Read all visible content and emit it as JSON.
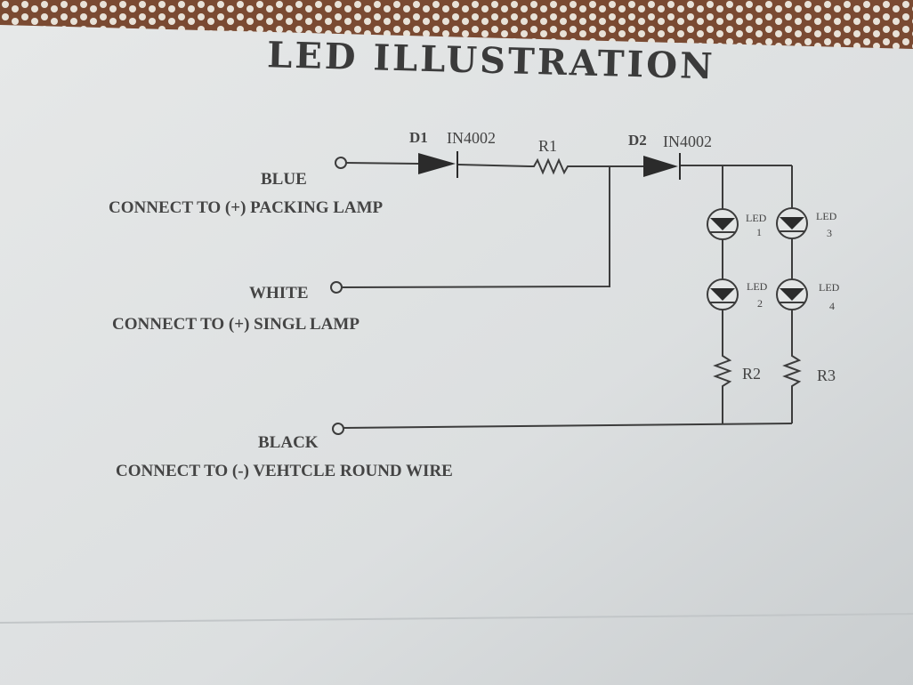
{
  "title": "LED ILLUSTRATION",
  "components": {
    "d1": {
      "label": "D1",
      "part": "IN4002"
    },
    "r1": {
      "label": "R1"
    },
    "d2": {
      "label": "D2",
      "part": "IN4002"
    },
    "r2": {
      "label": "R2"
    },
    "r3": {
      "label": "R3"
    },
    "leds": [
      {
        "label": "LED",
        "num": "1"
      },
      {
        "label": "LED",
        "num": "2"
      },
      {
        "label": "LED",
        "num": "3"
      },
      {
        "label": "LED",
        "num": "4"
      }
    ]
  },
  "terminals": {
    "blue": {
      "name": "BLUE",
      "desc": "CONNECT TO (+) PACKING LAMP"
    },
    "white": {
      "name": "WHITE",
      "desc": "CONNECT TO (+) SINGL LAMP"
    },
    "black": {
      "name": "BLACK",
      "desc": "CONNECT TO (-) VEHTCLE ROUND WIRE"
    }
  },
  "colors": {
    "paper": "#dfe2e2",
    "ink": "#3a3a3a",
    "lace": "#6b3f2a"
  }
}
